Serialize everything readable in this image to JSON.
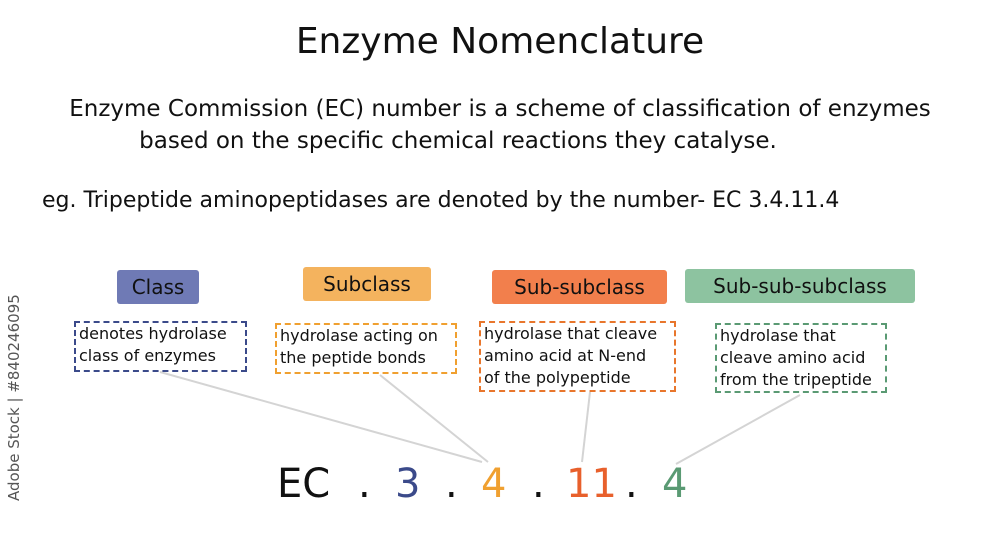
{
  "title": "Enzyme Nomenclature",
  "description": {
    "line1": "Enzyme Commission (EC) number is a scheme of classification of enzymes",
    "line2": "based on the specific chemical reactions they catalyse."
  },
  "example": "eg. Tripeptide aminopeptidases are denoted by the number- EC 3.4.11.4",
  "levels": [
    {
      "label": "Class",
      "color": "#6f7ab5",
      "desc": [
        "denotes hydrolase",
        "class of enzymes"
      ],
      "border": "#3b4a8a"
    },
    {
      "label": "Subclass",
      "color": "#f4b35e",
      "desc": [
        "hydrolase acting on",
        "the peptide bonds"
      ],
      "border": "#f0a030"
    },
    {
      "label": "Sub-subclass",
      "color": "#f27f4c",
      "desc": [
        "hydrolase that cleave",
        "amino acid at N-end",
        "of the polypeptide"
      ],
      "border": "#e8762c"
    },
    {
      "label": "Sub-sub-subclass",
      "color": "#8dc3a0",
      "desc": [
        "hydrolase that",
        "cleave amino acid",
        "from the tripeptide"
      ],
      "border": "#5a9a73"
    }
  ],
  "ec_number": {
    "prefix": "EC",
    "separator": ".",
    "digits": [
      {
        "value": "3",
        "color": "#3b4a8a"
      },
      {
        "value": "4",
        "color": "#f0a030"
      },
      {
        "value": "11",
        "color": "#e8602c"
      },
      {
        "value": "4",
        "color": "#5a9a73"
      }
    ]
  },
  "watermark": "Adobe Stock | #840246095"
}
